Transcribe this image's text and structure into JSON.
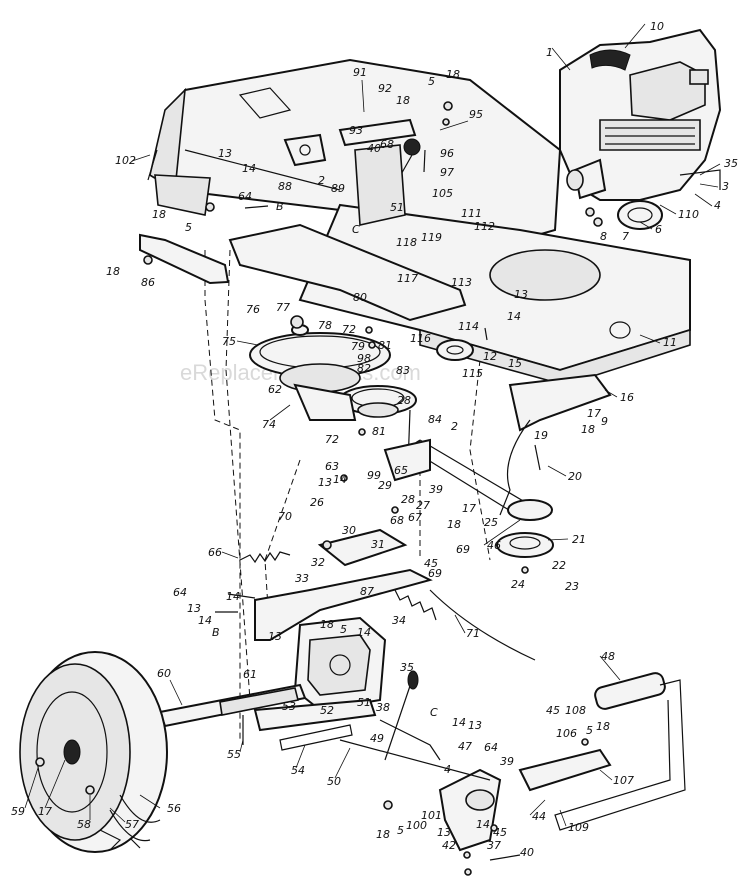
{
  "watermark": "eReplacementParts.com",
  "diagram": {
    "callouts": [
      {
        "id": "c10",
        "text": "10"
      },
      {
        "id": "c1",
        "text": "1"
      },
      {
        "id": "c91",
        "text": "91"
      },
      {
        "id": "c5a",
        "text": "5"
      },
      {
        "id": "c18a",
        "text": "18"
      },
      {
        "id": "c92",
        "text": "92"
      },
      {
        "id": "c18b",
        "text": "18"
      },
      {
        "id": "c95",
        "text": "95"
      },
      {
        "id": "c93",
        "text": "93"
      },
      {
        "id": "c68a",
        "text": "68"
      },
      {
        "id": "c40a",
        "text": "40"
      },
      {
        "id": "c96",
        "text": "96"
      },
      {
        "id": "c97",
        "text": "97"
      },
      {
        "id": "c13a",
        "text": "13"
      },
      {
        "id": "c14a",
        "text": "14"
      },
      {
        "id": "c88",
        "text": "88"
      },
      {
        "id": "c2a",
        "text": "2"
      },
      {
        "id": "c89",
        "text": "89"
      },
      {
        "id": "c102",
        "text": "102"
      },
      {
        "id": "c64a",
        "text": "64"
      },
      {
        "id": "cBa",
        "text": "B"
      },
      {
        "id": "c18c",
        "text": "18"
      },
      {
        "id": "c5b",
        "text": "5"
      },
      {
        "id": "cCa",
        "text": "C"
      },
      {
        "id": "c51a",
        "text": "51"
      },
      {
        "id": "c105",
        "text": "105"
      },
      {
        "id": "c35a",
        "text": "35"
      },
      {
        "id": "c3",
        "text": "3"
      },
      {
        "id": "c4",
        "text": "4"
      },
      {
        "id": "c110",
        "text": "110"
      },
      {
        "id": "c6",
        "text": "6"
      },
      {
        "id": "c7",
        "text": "7"
      },
      {
        "id": "c8",
        "text": "8"
      },
      {
        "id": "c111",
        "text": "111"
      },
      {
        "id": "c112",
        "text": "112"
      },
      {
        "id": "c119",
        "text": "119"
      },
      {
        "id": "c118",
        "text": "118"
      },
      {
        "id": "c18d",
        "text": "18"
      },
      {
        "id": "c86",
        "text": "86"
      },
      {
        "id": "c117",
        "text": "117"
      },
      {
        "id": "c113",
        "text": "113"
      },
      {
        "id": "c13b",
        "text": "13"
      },
      {
        "id": "c14b",
        "text": "14"
      },
      {
        "id": "c11",
        "text": "11"
      },
      {
        "id": "c76",
        "text": "76"
      },
      {
        "id": "c77",
        "text": "77"
      },
      {
        "id": "c80",
        "text": "80"
      },
      {
        "id": "c78",
        "text": "78"
      },
      {
        "id": "c72a",
        "text": "72"
      },
      {
        "id": "c75",
        "text": "75"
      },
      {
        "id": "c79",
        "text": "79"
      },
      {
        "id": "c81a",
        "text": "81"
      },
      {
        "id": "c98",
        "text": "98"
      },
      {
        "id": "c82",
        "text": "82"
      },
      {
        "id": "c116",
        "text": "116"
      },
      {
        "id": "c114",
        "text": "114"
      },
      {
        "id": "c12",
        "text": "12"
      },
      {
        "id": "c115",
        "text": "115"
      },
      {
        "id": "c15",
        "text": "15"
      },
      {
        "id": "c83",
        "text": "83"
      },
      {
        "id": "c16",
        "text": "16"
      },
      {
        "id": "c9",
        "text": "9"
      },
      {
        "id": "c74",
        "text": "74"
      },
      {
        "id": "c62",
        "text": "62"
      },
      {
        "id": "c28a",
        "text": "28"
      },
      {
        "id": "c72b",
        "text": "72"
      },
      {
        "id": "c81b",
        "text": "81"
      },
      {
        "id": "c84",
        "text": "84"
      },
      {
        "id": "c2b",
        "text": "2"
      },
      {
        "id": "c17a",
        "text": "17"
      },
      {
        "id": "c18e",
        "text": "18"
      },
      {
        "id": "c19",
        "text": "19"
      },
      {
        "id": "c20",
        "text": "20"
      },
      {
        "id": "c63",
        "text": "63"
      },
      {
        "id": "c99",
        "text": "99"
      },
      {
        "id": "c65",
        "text": "65"
      },
      {
        "id": "c13c",
        "text": "13"
      },
      {
        "id": "c14c",
        "text": "14"
      },
      {
        "id": "c29",
        "text": "29"
      },
      {
        "id": "c28b",
        "text": "28"
      },
      {
        "id": "c39a",
        "text": "39"
      },
      {
        "id": "c26",
        "text": "26"
      },
      {
        "id": "c27",
        "text": "27"
      },
      {
        "id": "c17b",
        "text": "17"
      },
      {
        "id": "c70",
        "text": "70"
      },
      {
        "id": "c30",
        "text": "30"
      },
      {
        "id": "c68b",
        "text": "68"
      },
      {
        "id": "c67",
        "text": "67"
      },
      {
        "id": "c18f",
        "text": "18"
      },
      {
        "id": "c25",
        "text": "25"
      },
      {
        "id": "c21",
        "text": "21"
      },
      {
        "id": "c66",
        "text": "66"
      },
      {
        "id": "c31",
        "text": "31"
      },
      {
        "id": "c69a",
        "text": "69"
      },
      {
        "id": "c46",
        "text": "46"
      },
      {
        "id": "c32",
        "text": "32"
      },
      {
        "id": "c45a",
        "text": "45"
      },
      {
        "id": "c22",
        "text": "22"
      },
      {
        "id": "c33",
        "text": "33"
      },
      {
        "id": "c69b",
        "text": "69"
      },
      {
        "id": "c24",
        "text": "24"
      },
      {
        "id": "c23",
        "text": "23"
      },
      {
        "id": "c64b",
        "text": "64"
      },
      {
        "id": "c14d",
        "text": "14"
      },
      {
        "id": "c13d",
        "text": "13"
      },
      {
        "id": "c14e",
        "text": "14"
      },
      {
        "id": "c87",
        "text": "87"
      },
      {
        "id": "cBb",
        "text": "B"
      },
      {
        "id": "c13e",
        "text": "13"
      },
      {
        "id": "c18g",
        "text": "18"
      },
      {
        "id": "c5c",
        "text": "5"
      },
      {
        "id": "c14f",
        "text": "14"
      },
      {
        "id": "c34",
        "text": "34"
      },
      {
        "id": "c71",
        "text": "71"
      },
      {
        "id": "c48",
        "text": "48"
      },
      {
        "id": "c60",
        "text": "60"
      },
      {
        "id": "c61",
        "text": "61"
      },
      {
        "id": "c35b",
        "text": "35"
      },
      {
        "id": "c45b",
        "text": "45"
      },
      {
        "id": "c108",
        "text": "108"
      },
      {
        "id": "c53",
        "text": "53"
      },
      {
        "id": "c52",
        "text": "52"
      },
      {
        "id": "c51b",
        "text": "51"
      },
      {
        "id": "c38",
        "text": "38"
      },
      {
        "id": "cCb",
        "text": "C"
      },
      {
        "id": "c14g",
        "text": "14"
      },
      {
        "id": "c13f",
        "text": "13"
      },
      {
        "id": "c106",
        "text": "106"
      },
      {
        "id": "c5d",
        "text": "5"
      },
      {
        "id": "c18h",
        "text": "18"
      },
      {
        "id": "c55",
        "text": "55"
      },
      {
        "id": "c49",
        "text": "49"
      },
      {
        "id": "c47",
        "text": "47"
      },
      {
        "id": "c64c",
        "text": "64"
      },
      {
        "id": "c39b",
        "text": "39"
      },
      {
        "id": "c54",
        "text": "54"
      },
      {
        "id": "c50",
        "text": "50"
      },
      {
        "id": "c4b",
        "text": "4"
      },
      {
        "id": "c107",
        "text": "107"
      },
      {
        "id": "c44",
        "text": "44"
      },
      {
        "id": "c59",
        "text": "59"
      },
      {
        "id": "c17c",
        "text": "17"
      },
      {
        "id": "c58",
        "text": "58"
      },
      {
        "id": "c57",
        "text": "57"
      },
      {
        "id": "c56",
        "text": "56"
      },
      {
        "id": "c101",
        "text": "101"
      },
      {
        "id": "c100",
        "text": "100"
      },
      {
        "id": "c14h",
        "text": "14"
      },
      {
        "id": "c45c",
        "text": "45"
      },
      {
        "id": "c109",
        "text": "109"
      },
      {
        "id": "c13g",
        "text": "13"
      },
      {
        "id": "c37",
        "text": "37"
      },
      {
        "id": "c18i",
        "text": "18"
      },
      {
        "id": "c5e",
        "text": "5"
      },
      {
        "id": "c42",
        "text": "42"
      },
      {
        "id": "c40b",
        "text": "40"
      }
    ]
  }
}
